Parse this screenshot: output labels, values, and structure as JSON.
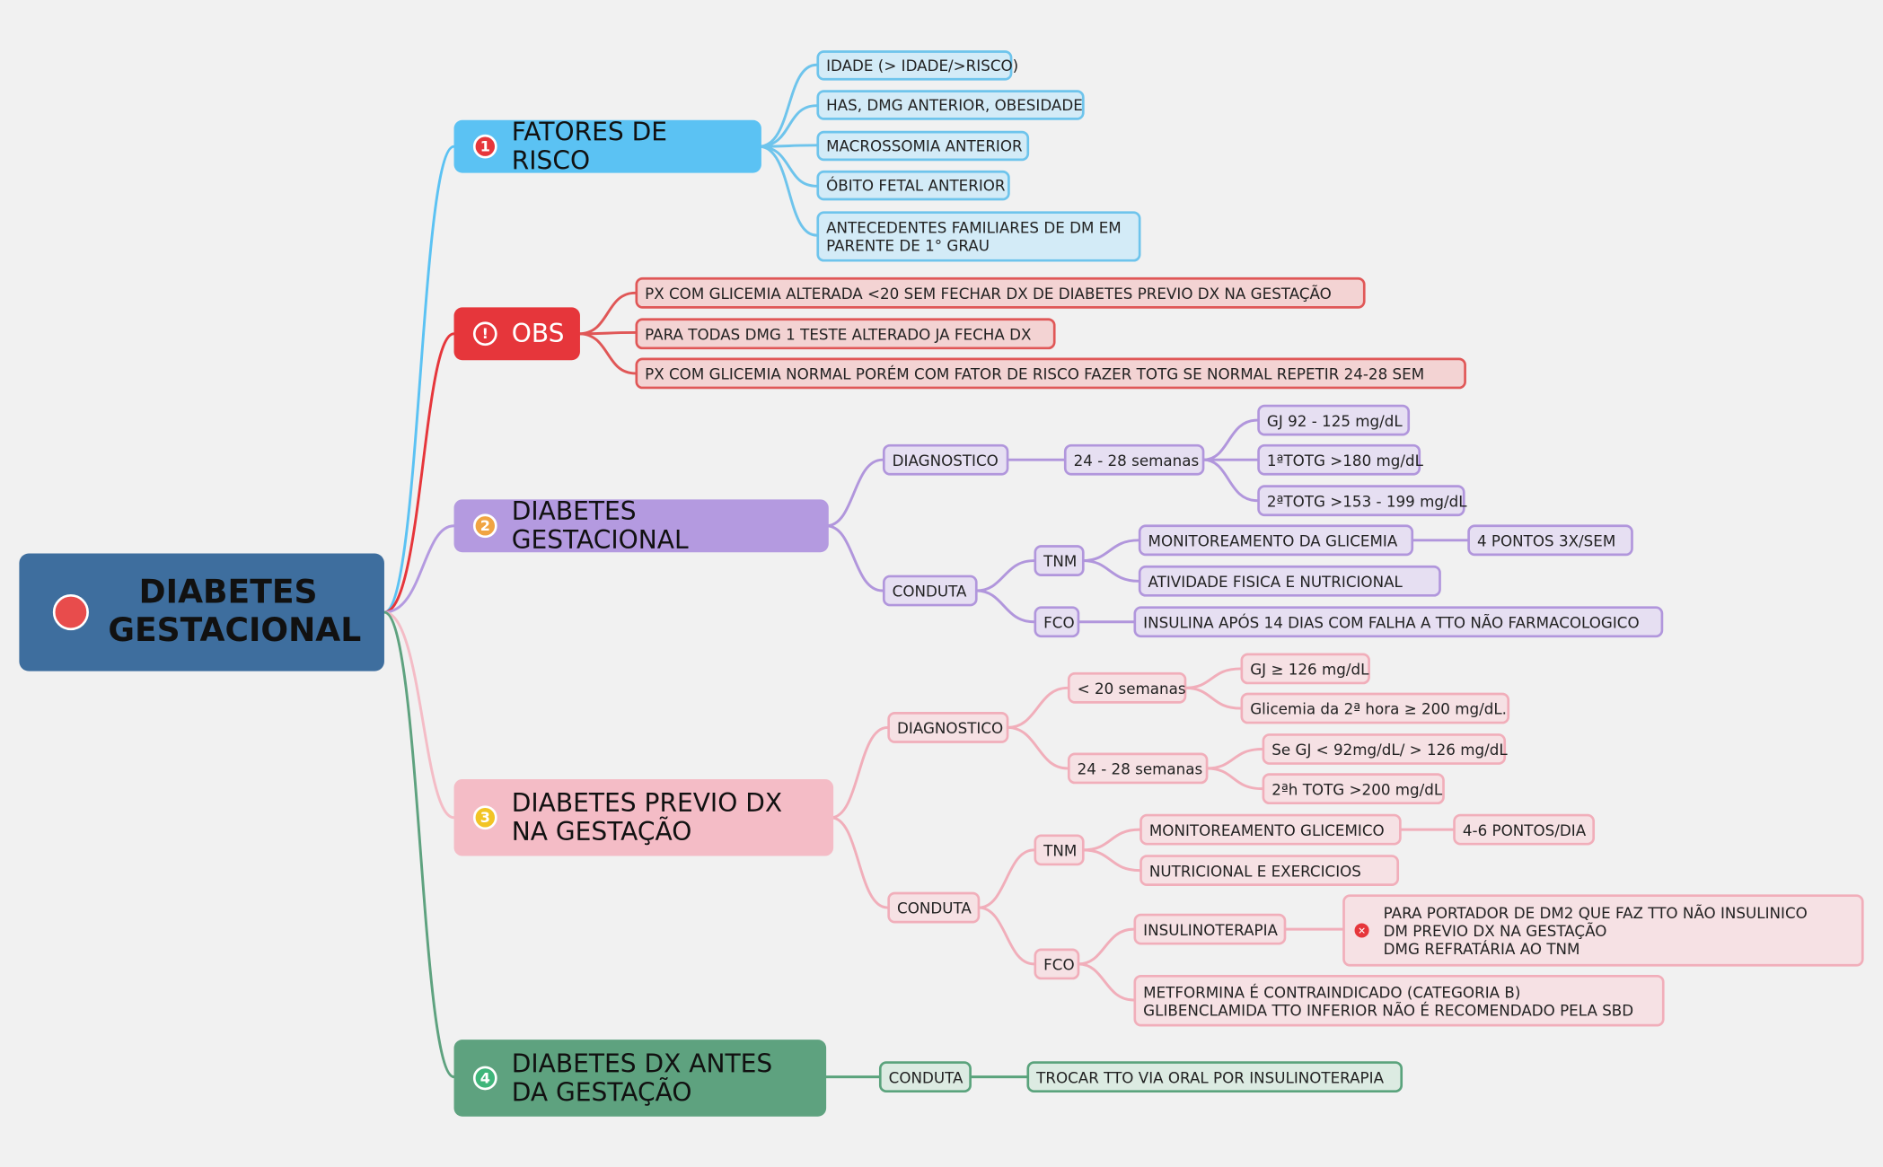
{
  "root": {
    "title": "DIABETES GESTACIONAL"
  },
  "colors": {
    "blue": "#5bc2f3",
    "red": "#e6363b",
    "purple": "#b49ae0",
    "pink": "#f4bcc6",
    "green": "#5ea27f",
    "root": "#3e6e9e"
  },
  "branches": {
    "fatores": {
      "number": "1",
      "title": "FATORES DE RISCO",
      "items": [
        "IDADE (> IDADE/>RISCO)",
        "HAS, DMG ANTERIOR, OBESIDADE",
        "MACROSSOMIA ANTERIOR",
        "ÓBITO FETAL ANTERIOR",
        "ANTECEDENTES FAMILIARES DE DM EM PARENTE DE 1° GRAU"
      ]
    },
    "obs": {
      "icon": "!",
      "title": "OBS",
      "items": [
        "PX COM GLICEMIA ALTERADA <20 SEM FECHAR DX DE DIABETES PREVIO DX NA GESTAÇÃO",
        "PARA TODAS DMG 1 TESTE ALTERADO JA FECHA DX",
        "PX COM GLICEMIA NORMAL PORÉM COM FATOR DE RISCO FAZER TOTG SE NORMAL REPETIR 24-28  SEM"
      ]
    },
    "dg": {
      "number": "2",
      "title": "DIABETES GESTACIONAL",
      "diagnostico": "DIAGNOSTICO",
      "semanas": "24 - 28 semanas",
      "criterios": [
        "GJ 92 - 125 mg/dL",
        "1ªTOTG >180 mg/dL",
        "2ªTOTG >153 - 199 mg/dL"
      ],
      "conduta": "CONDUTA",
      "tnm": "TNM",
      "monitoreamento": "MONITOREAMENTO DA GLICEMIA",
      "pontos": "4 PONTOS 3X/SEM",
      "atividade": "ATIVIDADE FISICA E NUTRICIONAL",
      "fco": "FCO",
      "insulina": "INSULINA APÓS 14 DIAS COM FALHA A TTO NÃO FARMACOLOGICO"
    },
    "dp": {
      "number": "3",
      "title": "DIABETES PREVIO DX NA GESTAÇÃO",
      "diagnostico": "DIAGNOSTICO",
      "menos20": "< 20 semanas",
      "gj126": "GJ ≥ 126 mg/dL",
      "glic2h": "Glicemia da 2ª hora ≥ 200 mg/dL.",
      "semanas": "24 - 28 semanas",
      "segj": "Se GJ < 92mg/dL/ > 126 mg/dL",
      "totg": "2ªh TOTG >200 mg/dL",
      "conduta": "CONDUTA",
      "tnm": "TNM",
      "monitoreamento": "MONITOREAMENTO GLICEMICO",
      "pontos": "4-6 PONTOS/DIA",
      "nutricional": "NUTRICIONAL E EXERCICIOS",
      "fco": "FCO",
      "insulinoterapia": "INSULINOTERAPIA",
      "indicacoes": [
        "PARA PORTADOR DE DM2 QUE FAZ TTO NÃO INSULINICO",
        "DM PREVIO DX NA GESTAÇÃO",
        "DMG REFRATÁRIA AO TNM"
      ],
      "metformina": [
        "METFORMINA É CONTRAINDICADO (CATEGORIA B)",
        "GLIBENCLAMIDA TTO INFERIOR NÃO É RECOMENDADO PELA SBD"
      ]
    },
    "da": {
      "number": "4",
      "title": "DIABETES DX ANTES DA GESTAÇÃO",
      "conduta": "CONDUTA",
      "trocar": "TROCAR TTO VIA ORAL POR INSULINOTERAPIA"
    }
  }
}
